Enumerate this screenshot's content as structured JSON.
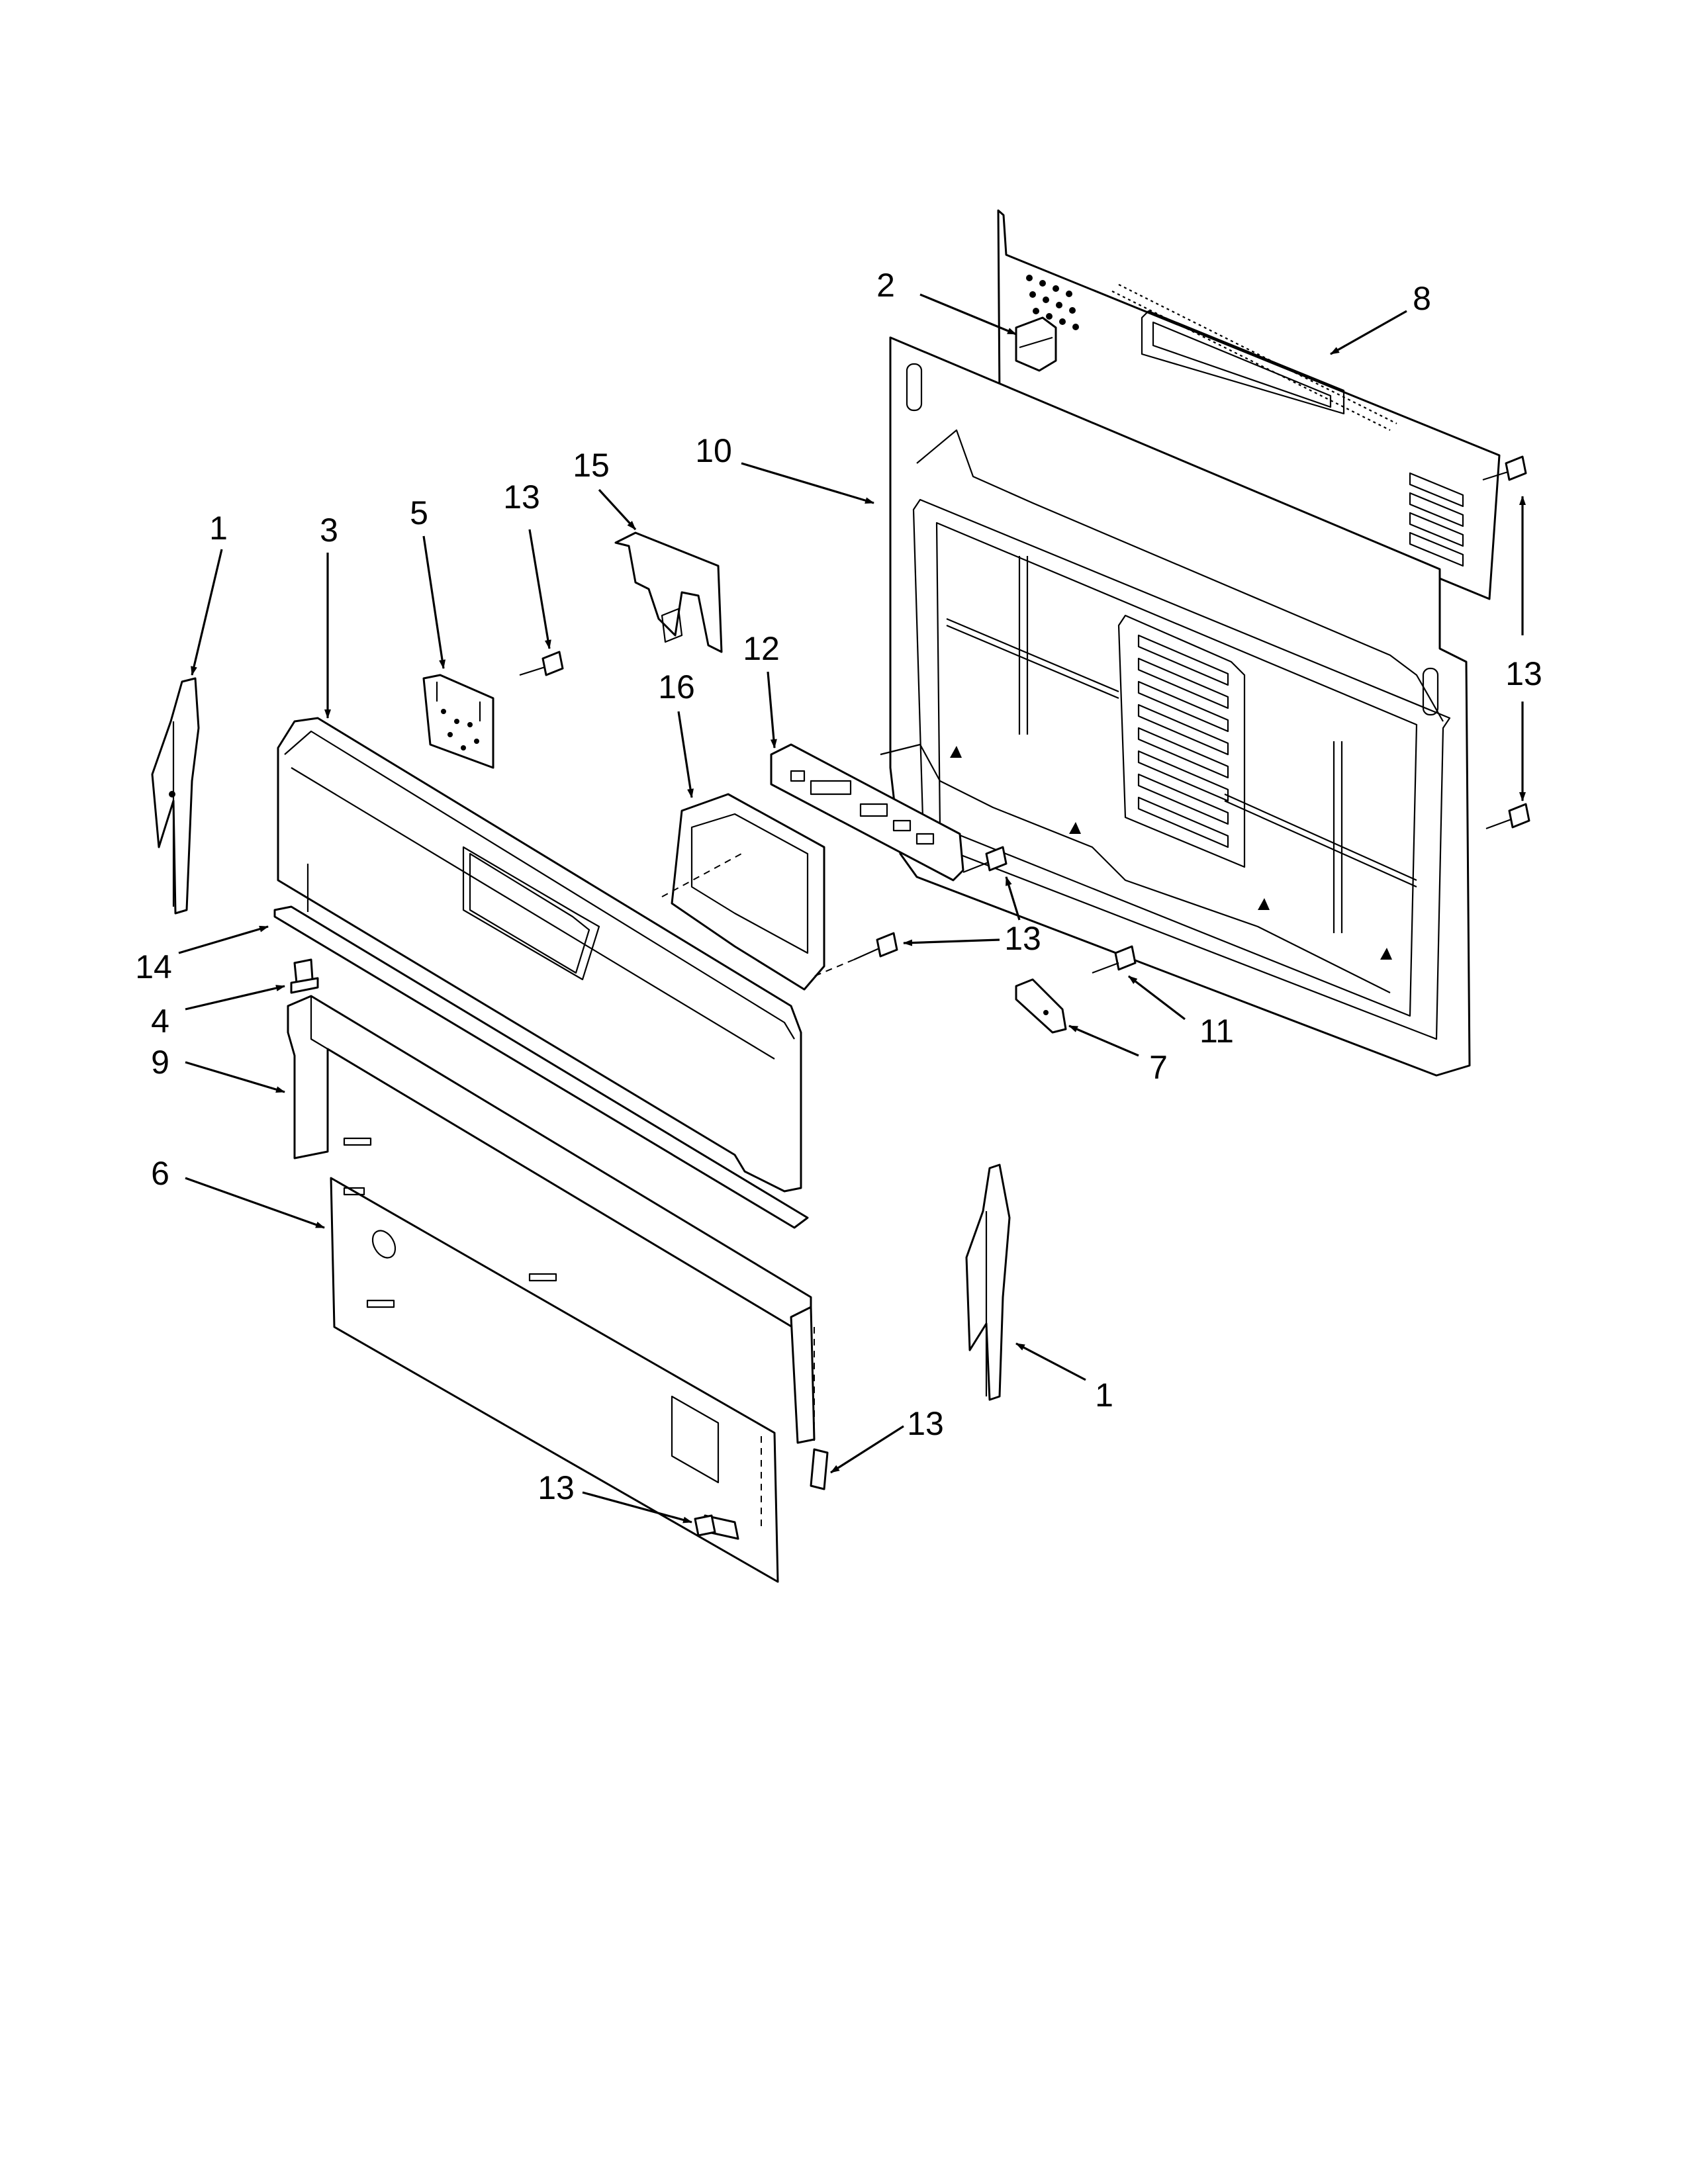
{
  "colors": {
    "line": "#000000",
    "background": "#ffffff"
  },
  "callouts": [
    {
      "id": "c-1-left",
      "label": "1"
    },
    {
      "id": "c-1-right",
      "label": "1"
    },
    {
      "id": "c-2",
      "label": "2"
    },
    {
      "id": "c-3",
      "label": "3"
    },
    {
      "id": "c-4",
      "label": "4"
    },
    {
      "id": "c-5",
      "label": "5"
    },
    {
      "id": "c-6",
      "label": "6"
    },
    {
      "id": "c-7",
      "label": "7"
    },
    {
      "id": "c-8",
      "label": "8"
    },
    {
      "id": "c-9",
      "label": "9"
    },
    {
      "id": "c-10",
      "label": "10"
    },
    {
      "id": "c-11",
      "label": "11"
    },
    {
      "id": "c-12",
      "label": "12"
    },
    {
      "id": "c-13-a",
      "label": "13"
    },
    {
      "id": "c-13-b",
      "label": "13"
    },
    {
      "id": "c-13-c",
      "label": "13"
    },
    {
      "id": "c-13-d",
      "label": "13"
    },
    {
      "id": "c-13-e",
      "label": "13"
    },
    {
      "id": "c-13-f",
      "label": "13"
    },
    {
      "id": "c-14",
      "label": "14"
    },
    {
      "id": "c-15",
      "label": "15"
    },
    {
      "id": "c-16",
      "label": "16"
    }
  ]
}
